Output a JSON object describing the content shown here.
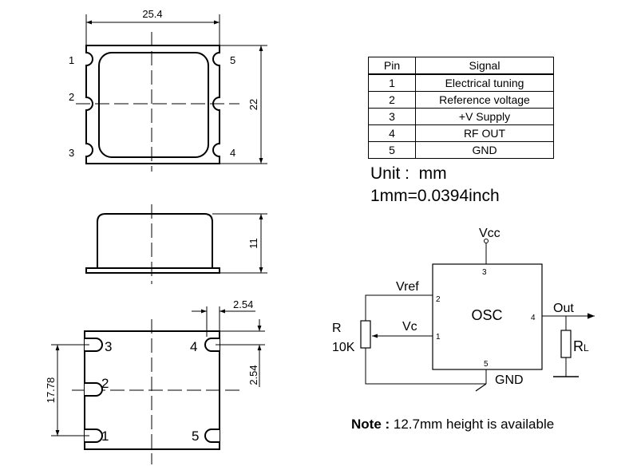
{
  "dimensions": {
    "top_width": "25.4",
    "top_height": "22",
    "side_height": "11",
    "pin_pitch": "2.54",
    "pin_offset": "2.54",
    "pin_span": "17.78"
  },
  "top_view_pins": [
    "1",
    "2",
    "3",
    "4",
    "5"
  ],
  "bottom_view_pins": [
    "3",
    "2",
    "1",
    "4",
    "5"
  ],
  "pin_table": {
    "headers": [
      "Pin",
      "Signal"
    ],
    "rows": [
      {
        "pin": "1",
        "signal": "Electrical tuning"
      },
      {
        "pin": "2",
        "signal": "Reference voltage"
      },
      {
        "pin": "3",
        "signal": "+V Supply"
      },
      {
        "pin": "4",
        "signal": "RF OUT"
      },
      {
        "pin": "5",
        "signal": "GND"
      }
    ]
  },
  "units": {
    "line1": "Unit :  mm",
    "line2": "1mm=0.0394inch"
  },
  "schematic": {
    "block_label": "OSC",
    "vcc": "Vcc",
    "vref": "Vref",
    "vc": "Vc",
    "out": "Out",
    "gnd": "GND",
    "r_label": "R",
    "r_value": "10K",
    "rl_label": "R",
    "rl_sub": "L",
    "pin_numbers": [
      "3",
      "2",
      "1",
      "4",
      "5"
    ]
  },
  "note": {
    "label": "Note :",
    "text": " 12.7mm height is available"
  }
}
